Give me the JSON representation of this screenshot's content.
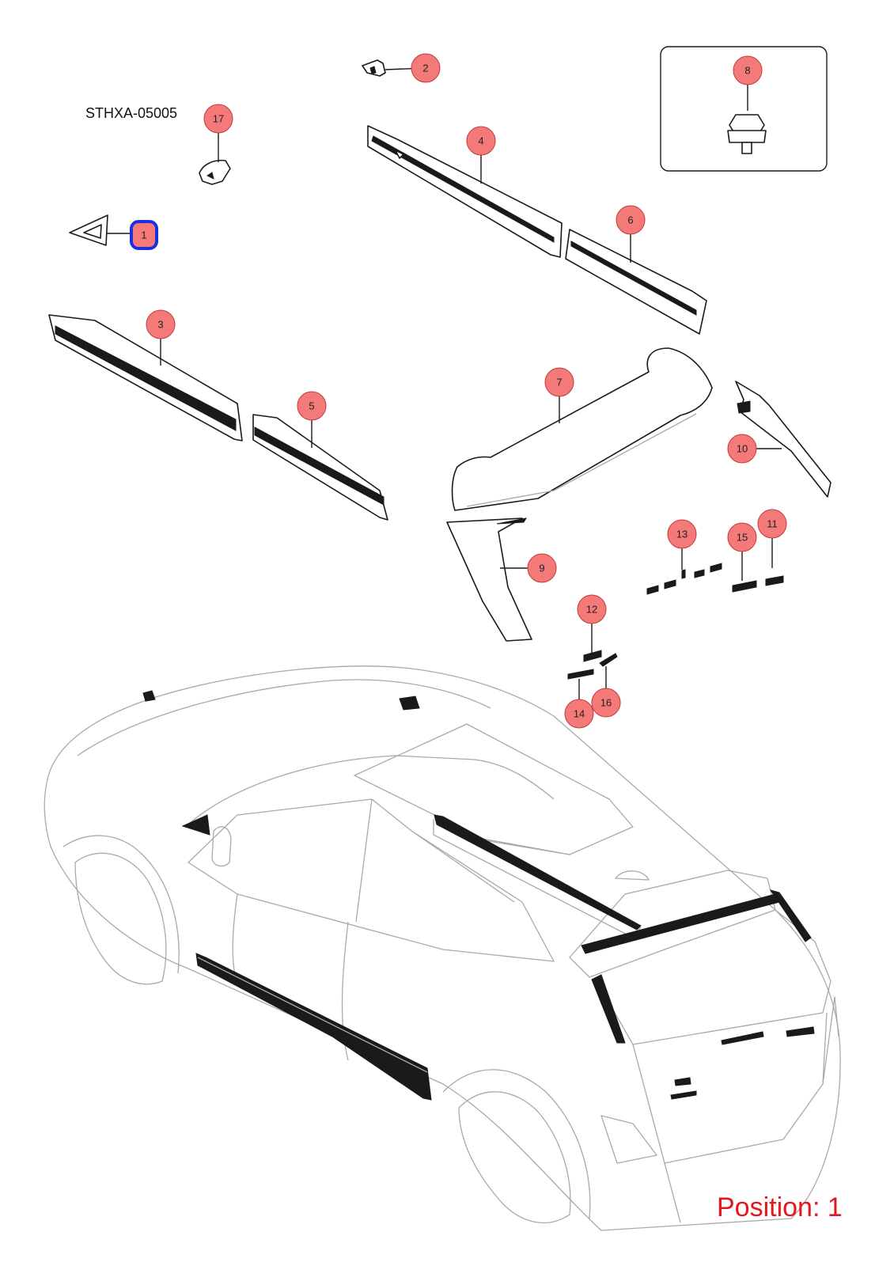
{
  "drawing_code": "STHXA-05005",
  "position_label": "Position: 1",
  "colors": {
    "callout_fill": "#f47a7a",
    "selected_outline": "#1a2ee6",
    "position_text": "#e3171e"
  },
  "callouts": [
    {
      "id": "1",
      "label": "1",
      "selected": true
    },
    {
      "id": "2",
      "label": "2"
    },
    {
      "id": "3",
      "label": "3"
    },
    {
      "id": "4",
      "label": "4"
    },
    {
      "id": "5",
      "label": "5"
    },
    {
      "id": "6",
      "label": "6"
    },
    {
      "id": "7",
      "label": "7"
    },
    {
      "id": "8",
      "label": "8"
    },
    {
      "id": "9",
      "label": "9"
    },
    {
      "id": "10",
      "label": "10"
    },
    {
      "id": "11",
      "label": "11"
    },
    {
      "id": "12",
      "label": "12"
    },
    {
      "id": "13",
      "label": "13"
    },
    {
      "id": "14",
      "label": "14"
    },
    {
      "id": "15",
      "label": "15"
    },
    {
      "id": "16",
      "label": "16"
    },
    {
      "id": "17",
      "label": "17"
    }
  ]
}
